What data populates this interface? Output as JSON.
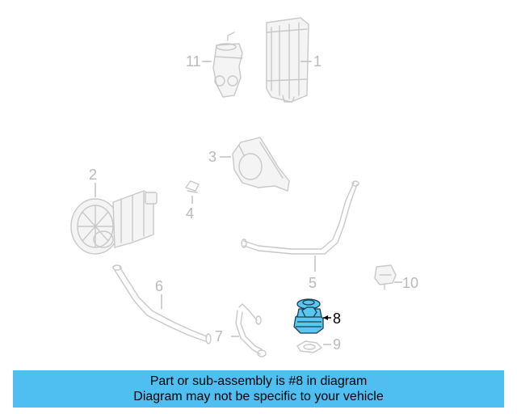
{
  "callouts": {
    "c1": "1",
    "c2": "2",
    "c3": "3",
    "c4": "4",
    "c5": "5",
    "c6": "6",
    "c7": "7",
    "c8": "8",
    "c9": "9",
    "c10": "10",
    "c11": "11"
  },
  "highlighted_part": "8",
  "colors": {
    "highlight": "#59c8f0",
    "banner": "#4fbff2",
    "ghost": "#c8c8c8"
  },
  "banner": {
    "line1": "Part or sub-assembly is #8 in diagram",
    "line2": "Diagram may not be specific to your vehicle"
  }
}
